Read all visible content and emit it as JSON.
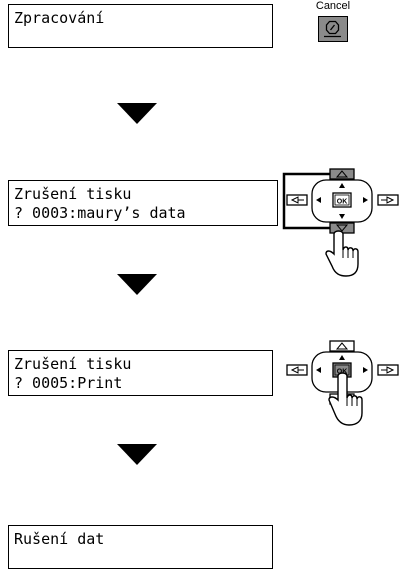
{
  "cancel_key": {
    "label": "Cancel",
    "icon": "stop-icon"
  },
  "steps": [
    {
      "display": {
        "lines": [
          "Zpracování"
        ]
      }
    },
    {
      "display": {
        "lines": [
          "Zrušení tisku",
          "? 0003:maury’s data"
        ]
      }
    },
    {
      "display": {
        "lines": [
          "Zrušení tisku",
          "? 0005:Print"
        ]
      }
    },
    {
      "display": {
        "lines": [
          "Rušení dat"
        ]
      }
    }
  ],
  "keypad": {
    "center_label": "OK"
  },
  "colors": {
    "key_fill": "#8a8a8a",
    "highlight": "#000000"
  }
}
